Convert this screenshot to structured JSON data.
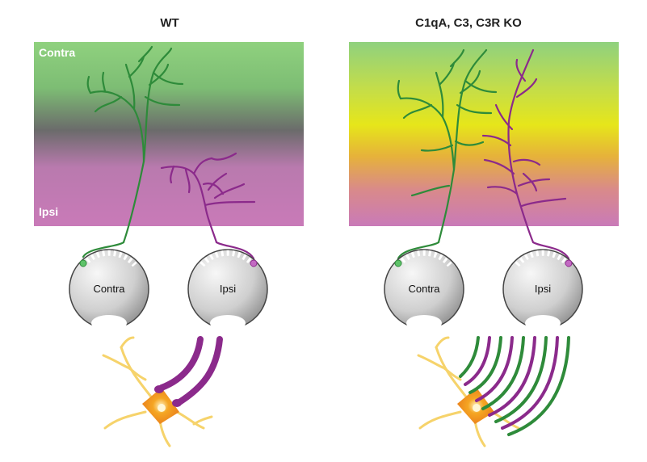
{
  "panels": {
    "left": {
      "title": "WT"
    },
    "right": {
      "title": "C1qA, C3, C3R KO"
    }
  },
  "field_labels": {
    "contra": "Contra",
    "ipsi": "Ipsi"
  },
  "eyes": {
    "left_contra": "Contra",
    "left_ipsi": "Ipsi",
    "right_contra": "Contra",
    "right_ipsi": "Ipsi"
  },
  "colors": {
    "contra_axon": "#2e8b3a",
    "ipsi_axon": "#8b2a8b",
    "neuron": "#f5a623",
    "neuron_core": "#e8781a",
    "dendrite": "#f6d36b",
    "wt_top": "#8fd17e",
    "wt_mid": "#6b6b6b",
    "wt_bottom": "#c97ab8",
    "ko_top": "#8fd17e",
    "ko_mid": "#e6e61a",
    "ko_bottom": "#c97ab8"
  }
}
